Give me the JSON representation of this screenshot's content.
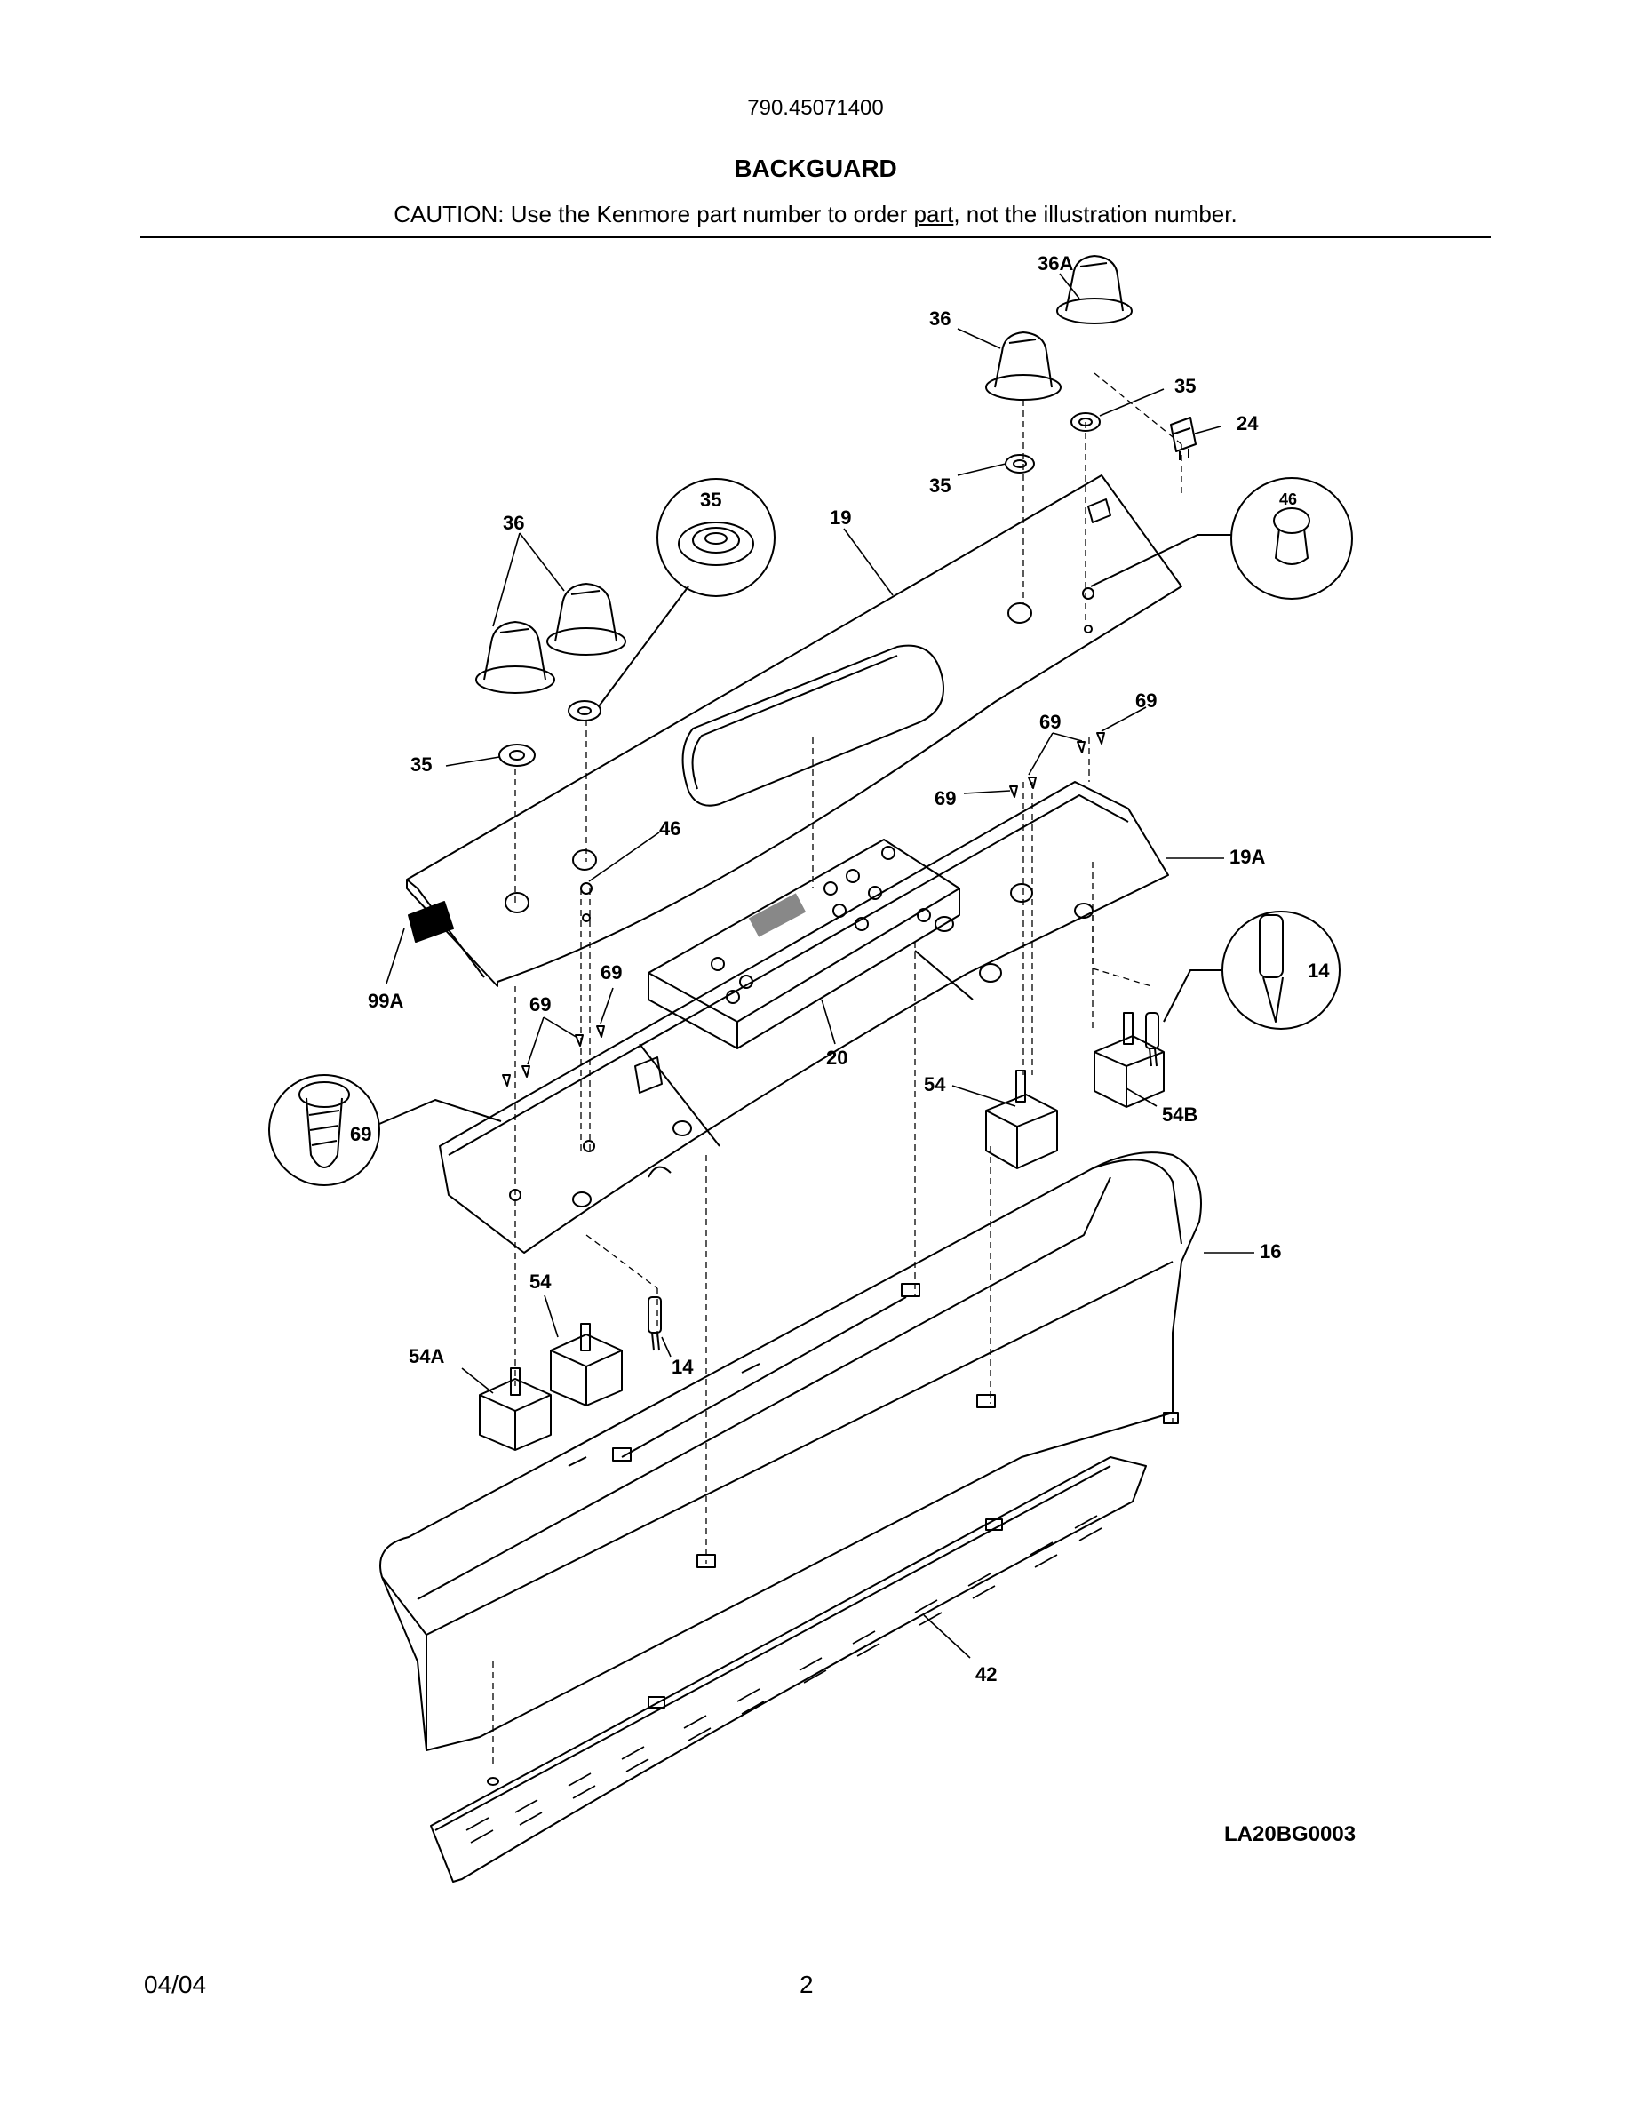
{
  "header": {
    "model": "790.45071400",
    "title": "BACKGUARD",
    "caution_prefix": "CAUTION: Use the Kenmore part number to order ",
    "caution_link": "part",
    "caution_suffix": ", not the illustration number."
  },
  "diagram": {
    "drawing_code": "LA20BG0003",
    "labels": {
      "l36a": "36A",
      "l36_top": "36",
      "l35_tr": "35",
      "l24": "24",
      "l35_mid": "35",
      "l35_circle": "35",
      "l36_left": "36",
      "l19": "19",
      "l46_circle": "46",
      "l69_a": "69",
      "l69_b": "69",
      "l69_c": "69",
      "l35_left": "35",
      "l46": "46",
      "l19a": "19A",
      "l99a": "99A",
      "l69_d": "69",
      "l69_e": "69",
      "l14_circle": "14",
      "l20": "20",
      "l54_right": "54",
      "l54b": "54B",
      "l69_circle": "69",
      "l16": "16",
      "l54_left": "54",
      "l54a": "54A",
      "l14": "14",
      "l42": "42"
    }
  },
  "footer": {
    "date": "04/04",
    "page": "2"
  }
}
